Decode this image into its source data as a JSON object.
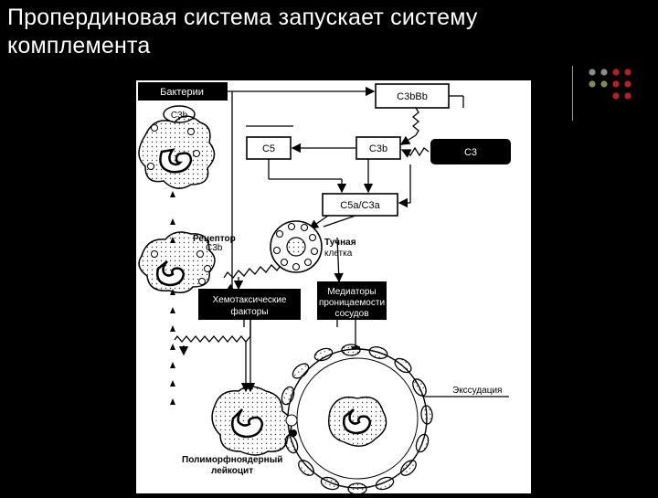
{
  "slide": {
    "title_line1": "Пропердиновая система запускает систему",
    "title_line2": "комплемента"
  },
  "diagram": {
    "bacterium": "Бактерии",
    "c3bbb": "C3bBb",
    "c3b_top": "C3b",
    "c5": "C5",
    "c3b": "C3b",
    "c3": "C3",
    "c5a_c3a": "C5a/C3a",
    "receptor_l1": "Рецептор",
    "receptor_l2": "C3b",
    "mast_l1": "Тучная",
    "mast_l2": "клетка",
    "chemo_l1": "Хемотаксические",
    "chemo_l2": "факторы",
    "med_l1": "Медиаторы",
    "med_l2": "проницаемости",
    "med_l3": "сосудов",
    "exudation": "Экссудация",
    "pmn_l1": "Полиморфноядерный",
    "pmn_l2": "лейкоцит"
  },
  "colors": {
    "background": "#000000",
    "title": "#ffffff",
    "dot_gray": "#8c8c8c",
    "dot_olive": "#7d8a5a",
    "dot_red": "#b22222"
  }
}
